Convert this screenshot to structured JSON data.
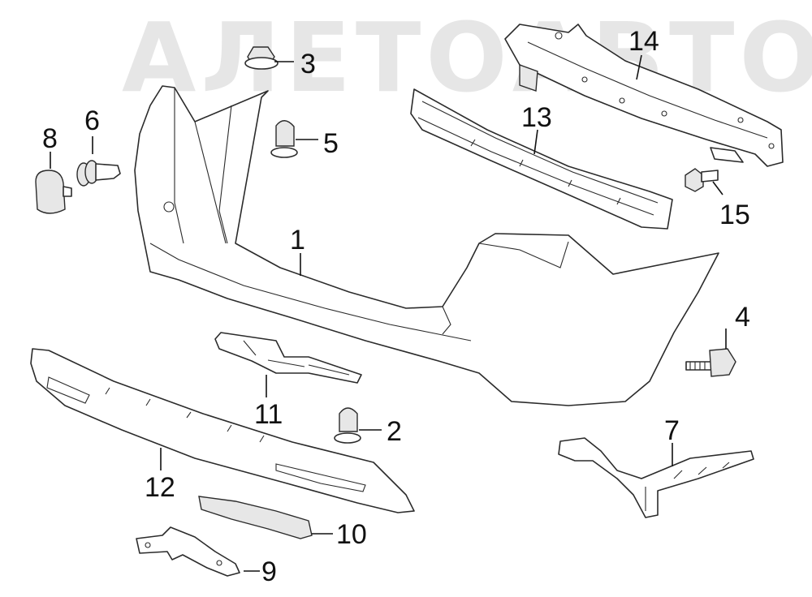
{
  "watermark": {
    "text": "АЛЕТОАВТО"
  },
  "callouts": [
    {
      "id": "1",
      "part": "bumper-cover"
    },
    {
      "id": "2",
      "part": "push-clip-lower"
    },
    {
      "id": "3",
      "part": "nut"
    },
    {
      "id": "4",
      "part": "bolt"
    },
    {
      "id": "5",
      "part": "push-clip-upper"
    },
    {
      "id": "6",
      "part": "retainer"
    },
    {
      "id": "7",
      "part": "side-bracket"
    },
    {
      "id": "8",
      "part": "cap"
    },
    {
      "id": "9",
      "part": "reflector-bracket"
    },
    {
      "id": "10",
      "part": "reflector"
    },
    {
      "id": "11",
      "part": "center-bracket"
    },
    {
      "id": "12",
      "part": "lower-valance"
    },
    {
      "id": "13",
      "part": "energy-absorber"
    },
    {
      "id": "14",
      "part": "impact-bar"
    },
    {
      "id": "15",
      "part": "bar-bolt"
    }
  ]
}
